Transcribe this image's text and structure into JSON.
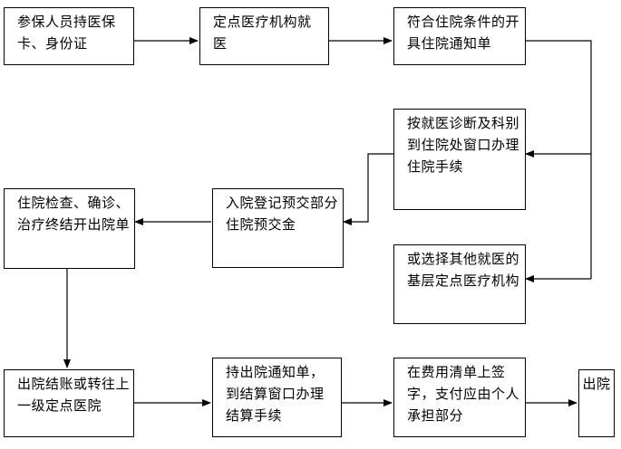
{
  "nodes": {
    "n1": "参保人员持医保卡、身份证",
    "n2": "定点医疗机构就医",
    "n3": "符合住院条件的开具住院通知单",
    "n4": "按就医诊断及科别到住院处窗口办理住院手续",
    "n5": "入院登记预交部分住院预交金",
    "n6": "住院检查、确诊、治疗终结开出院单",
    "n7": "或选择其他就医的基层定点医疗机构",
    "n8": "出院结账或转往上一级定点医院",
    "n9": "持出院通知单，到结算窗口办理结算手续",
    "n10": "在费用清单上签字，支付应由个人承担部分",
    "n11": "出院"
  }
}
